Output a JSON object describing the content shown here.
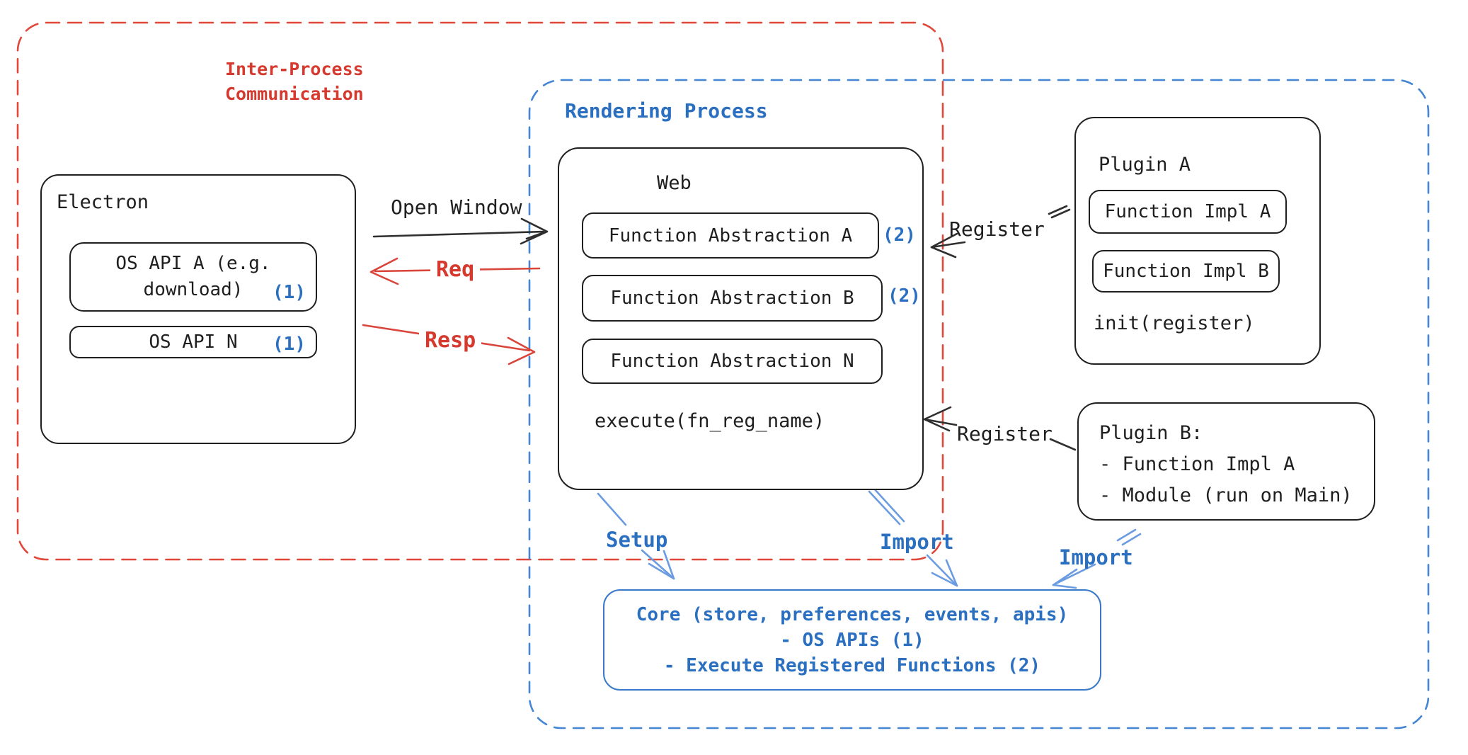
{
  "colors": {
    "ink": "#1f1f1f",
    "red": "#d6392e",
    "red-dash": "#e0483c",
    "blue": "#2b6fc0",
    "blue-dash": "#4486d4",
    "blue-arrow": "#6b9be0",
    "core-border": "#3a78c8"
  },
  "regions": {
    "ipc": {
      "label": "Inter-Process\nCommunication"
    },
    "rendering": {
      "label": "Rendering Process"
    }
  },
  "electron": {
    "title": "Electron",
    "os_api_a": {
      "label": "OS API A (e.g.\ndownload)",
      "badge": "(1)"
    },
    "os_api_n": {
      "label": "OS API N",
      "badge": "(1)"
    }
  },
  "web": {
    "title": "Web",
    "fn_a": {
      "label": "Function Abstraction A",
      "badge": "(2)"
    },
    "fn_b": {
      "label": "Function Abstraction B",
      "badge": "(2)"
    },
    "fn_n": {
      "label": "Function Abstraction N"
    },
    "execute": "execute(fn_reg_name)"
  },
  "plugin_a": {
    "title": "Plugin A",
    "impl_a": "Function Impl A",
    "impl_b": "Function Impl B",
    "init": "init(register)"
  },
  "plugin_b": {
    "label": "Plugin B:\n- Function Impl A\n- Module (run on Main)"
  },
  "core": {
    "label": "Core (store, preferences, events, apis)\n- OS APIs (1)\n- Execute Registered Functions (2)"
  },
  "arrows": {
    "open_window": "Open Window",
    "req": "Req",
    "resp": "Resp",
    "register_plugin_a": "Register",
    "register_plugin_b": "Register",
    "setup": "Setup",
    "import_web": "Import",
    "import_plugin_b": "Import"
  }
}
